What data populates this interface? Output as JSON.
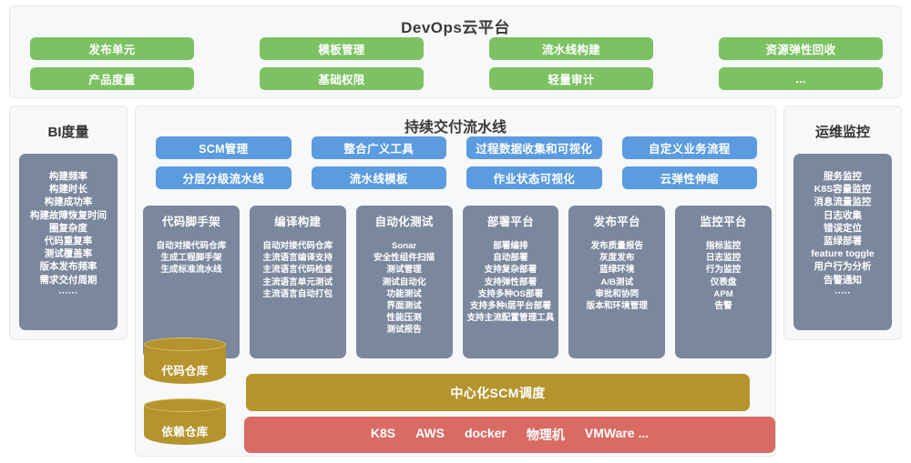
{
  "header": {
    "title": "DevOps云平台",
    "tiles": [
      "发布单元",
      "模板管理",
      "流水线构建",
      "资源弹性回收",
      "产品度量",
      "基础权限",
      "轻量审计",
      "..."
    ]
  },
  "bi_panel": {
    "title": "BI度量",
    "items": [
      "构建频率",
      "构建时长",
      "构建成功率",
      "构建故障恢复时间",
      "圈复杂度",
      "代码重复率",
      "测试覆盖率",
      "版本发布频率",
      "需求交付周期",
      "······"
    ]
  },
  "ops_panel": {
    "title": "运维监控",
    "items": [
      "服务监控",
      "K8S容量监控",
      "消息流量监控",
      "日志收集",
      "错误定位",
      "蓝绿部署",
      "feature toggle",
      "用户行为分析",
      "告警通知",
      "·····"
    ]
  },
  "pipeline": {
    "title": "持续交付流水线",
    "tiles": [
      "SCM管理",
      "整合广义工具",
      "过程数据收集和可视化",
      "自定义业务流程",
      "分层分级流水线",
      "流水线模板",
      "作业状态可视化",
      "云弹性伸缩"
    ]
  },
  "stages": [
    {
      "title": "代码脚手架",
      "items": [
        "自动对接代码仓库",
        "生成工程脚手架",
        "生成标准流水线"
      ]
    },
    {
      "title": "编译构建",
      "items": [
        "自动对接代码仓库",
        "主流语言编译支持",
        "主流语言代码检查",
        "主流语言单元测试",
        "主流语言自动打包"
      ]
    },
    {
      "title": "自动化测试",
      "items": [
        "Sonar",
        "安全性组件扫描",
        "测试管理",
        "测试自动化",
        "功能测试",
        "界面测试",
        "性能压测",
        "测试报告"
      ]
    },
    {
      "title": "部署平台",
      "items": [
        "部署编排",
        "自动部署",
        "支持复杂部署",
        "支持弹性部署",
        "支持多种OS部署",
        "支持多种I层平台部署",
        "支持主流配置管理工具"
      ]
    },
    {
      "title": "发布平台",
      "items": [
        "发布质量报告",
        "灰度发布",
        "蓝绿环境",
        "A/B测试",
        "审批和协同",
        "版本和环境管理"
      ]
    },
    {
      "title": "监控平台",
      "items": [
        "指标监控",
        "日志监控",
        "行为监控",
        "仪表盘",
        "APM",
        "告警"
      ]
    }
  ],
  "repositories": [
    {
      "label": "代码仓库"
    },
    {
      "label": "依赖仓库"
    }
  ],
  "scm_bar": {
    "label": "中心化SCM调度"
  },
  "infra_bar": {
    "items": [
      "K8S",
      "AWS",
      "docker",
      "物理机",
      "VMWare ..."
    ]
  },
  "colors": {
    "green": "#7cc263",
    "blue": "#5b9be0",
    "slate": "#7b879c",
    "gold": "#b5942e",
    "red": "#d96a64",
    "panel_bg": "#f7f8f9"
  }
}
